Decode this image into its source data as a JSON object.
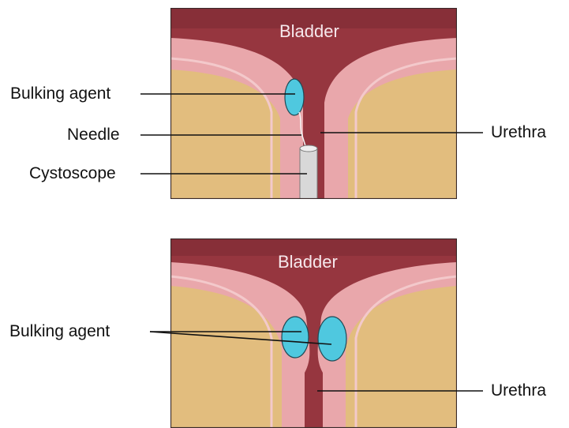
{
  "colors": {
    "background": "#ffffff",
    "panel_border": "#3a2a2a",
    "fat_tissue": "#e2bd7e",
    "wall_outer": "#e9a7ab",
    "wall_highlight": "#f3c9cb",
    "lumen": "#96363f",
    "bladder_dark": "#7c2a33",
    "bulking_agent": "#4fc8df",
    "bulking_outline": "#1f4a55",
    "cystoscope": "#d8d8d8",
    "leader_line": "#111111"
  },
  "top_panel": {
    "bladder_label": "Bladder",
    "labels": {
      "bulking_agent": "Bulking agent",
      "needle": "Needle",
      "cystoscope": "Cystoscope",
      "urethra": "Urethra"
    }
  },
  "bottom_panel": {
    "bladder_label": "Bladder",
    "labels": {
      "bulking_agent": "Bulking agent",
      "urethra": "Urethra"
    }
  }
}
